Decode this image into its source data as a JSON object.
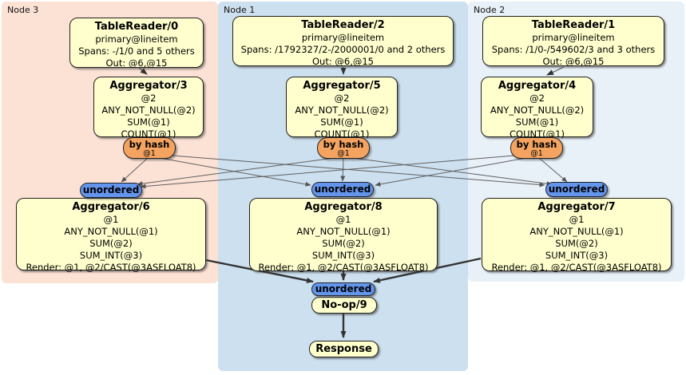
{
  "diagram": {
    "regions": [
      {
        "label": "Node 3"
      },
      {
        "label": "Node 1"
      },
      {
        "label": "Node 2"
      }
    ],
    "processors": {
      "tr0": {
        "title": "TableReader/0",
        "lines": [
          "primary@lineitem",
          "Spans: -/1/0 and 5 others",
          "Out: @6,@15"
        ]
      },
      "tr2": {
        "title": "TableReader/2",
        "lines": [
          "primary@lineitem",
          "Spans: /1792327/2-/2000001/0 and 2 others",
          "Out: @6,@15"
        ]
      },
      "tr1": {
        "title": "TableReader/1",
        "lines": [
          "primary@lineitem",
          "Spans: /1/0-/549602/3 and 3 others",
          "Out: @6,@15"
        ]
      },
      "agg3": {
        "title": "Aggregator/3",
        "lines": [
          "@2",
          "ANY_NOT_NULL(@2)",
          "SUM(@1)",
          "COUNT(@1)"
        ]
      },
      "agg5": {
        "title": "Aggregator/5",
        "lines": [
          "@2",
          "ANY_NOT_NULL(@2)",
          "SUM(@1)",
          "COUNT(@1)"
        ]
      },
      "agg4": {
        "title": "Aggregator/4",
        "lines": [
          "@2",
          "ANY_NOT_NULL(@2)",
          "SUM(@1)",
          "COUNT(@1)"
        ]
      },
      "agg6": {
        "title": "Aggregator/6",
        "lines": [
          "@1",
          "ANY_NOT_NULL(@1)",
          "SUM(@2)",
          "SUM_INT(@3)",
          "Render: @1, @2/CAST(@3ASFLOAT8)"
        ]
      },
      "agg8": {
        "title": "Aggregator/8",
        "lines": [
          "@1",
          "ANY_NOT_NULL(@1)",
          "SUM(@2)",
          "SUM_INT(@3)",
          "Render: @1, @2/CAST(@3ASFLOAT8)"
        ]
      },
      "agg7": {
        "title": "Aggregator/7",
        "lines": [
          "@1",
          "ANY_NOT_NULL(@1)",
          "SUM(@2)",
          "SUM_INT(@3)",
          "Render: @1, @2/CAST(@3ASFLOAT8)"
        ]
      },
      "noop": {
        "title": "No-op/9"
      },
      "response": {
        "title": "Response"
      }
    },
    "router": {
      "label": "by hash",
      "sub": "@1"
    },
    "sync": {
      "label": "unordered"
    },
    "colors": {
      "node3_bg": "#fce1d5",
      "node1_bg": "#cde0ef",
      "node2_bg": "#e8f0f8",
      "processor_fill": "#ffffcd",
      "router_fill": "#f4a460",
      "sync_fill": "#6495ed"
    }
  }
}
